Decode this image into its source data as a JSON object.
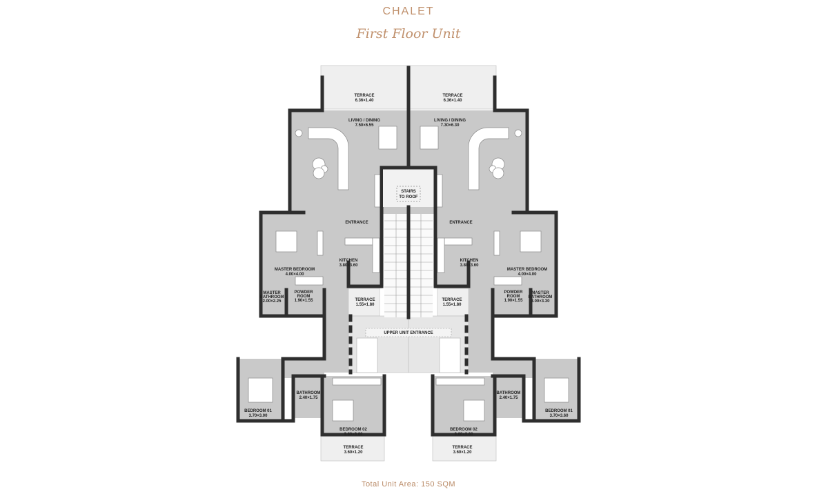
{
  "header": {
    "title": "CHALET",
    "subtitle": "First Floor Unit"
  },
  "footer": {
    "total_area": "Total Unit Area: 150 SQM"
  },
  "plan": {
    "center": {
      "stairs_roof": [
        "STAIRS",
        "TO ROOF"
      ],
      "upper_entrance": "UPPER UNIT ENTRANCE"
    },
    "left": {
      "terrace_top": [
        "TERRACE",
        "6.36×1.40"
      ],
      "living": [
        "LIVING / DINING",
        "7.50×6.55"
      ],
      "entrance": "ENTRANCE",
      "kitchen": [
        "KITCHEN",
        "3.80×3.60"
      ],
      "master_bedroom": [
        "MASTER BEDROOM",
        "4.00×4.00"
      ],
      "master_bathroom": [
        "MASTER",
        "BATHROOM",
        "2.00×2.25"
      ],
      "powder_room": [
        "POWDER",
        "ROOM",
        "1.90×1.55"
      ],
      "terrace_mid": [
        "TERRACE",
        "1.55×1.80"
      ],
      "bathroom": [
        "BATHROOM",
        "2.40×1.75"
      ],
      "bedroom_01": [
        "BEDROOM 01",
        "3.70×3.00"
      ],
      "bedroom_02": [
        "BEDROOM 02",
        "3.60×3.60"
      ],
      "terrace_bottom": [
        "TERRACE",
        "3.60×1.20"
      ]
    },
    "right": {
      "terrace_top": [
        "TERRACE",
        "6.36×1.40"
      ],
      "living": [
        "LIVING / DINING",
        "7.30×6.30"
      ],
      "entrance": "ENTRANCE",
      "kitchen": [
        "KITCHEN",
        "3.80×3.60"
      ],
      "master_bedroom": [
        "MASTER BEDROOM",
        "4.00×4.00"
      ],
      "master_bathroom": [
        "MASTER",
        "BATHROOM",
        "3.00×3.30"
      ],
      "powder_room": [
        "POWDER",
        "ROOM",
        "1.90×1.55"
      ],
      "terrace_mid": [
        "TERRACE",
        "1.55×1.80"
      ],
      "bathroom": [
        "BATHROOM",
        "2.40×1.75"
      ],
      "bedroom_01": [
        "BEDROOM 01",
        "3.70×3.60"
      ],
      "bedroom_02": [
        "BEDROOM 02",
        "3.60×3.60"
      ],
      "terrace_bottom": [
        "TERRACE",
        "3.60×1.20"
      ]
    }
  }
}
